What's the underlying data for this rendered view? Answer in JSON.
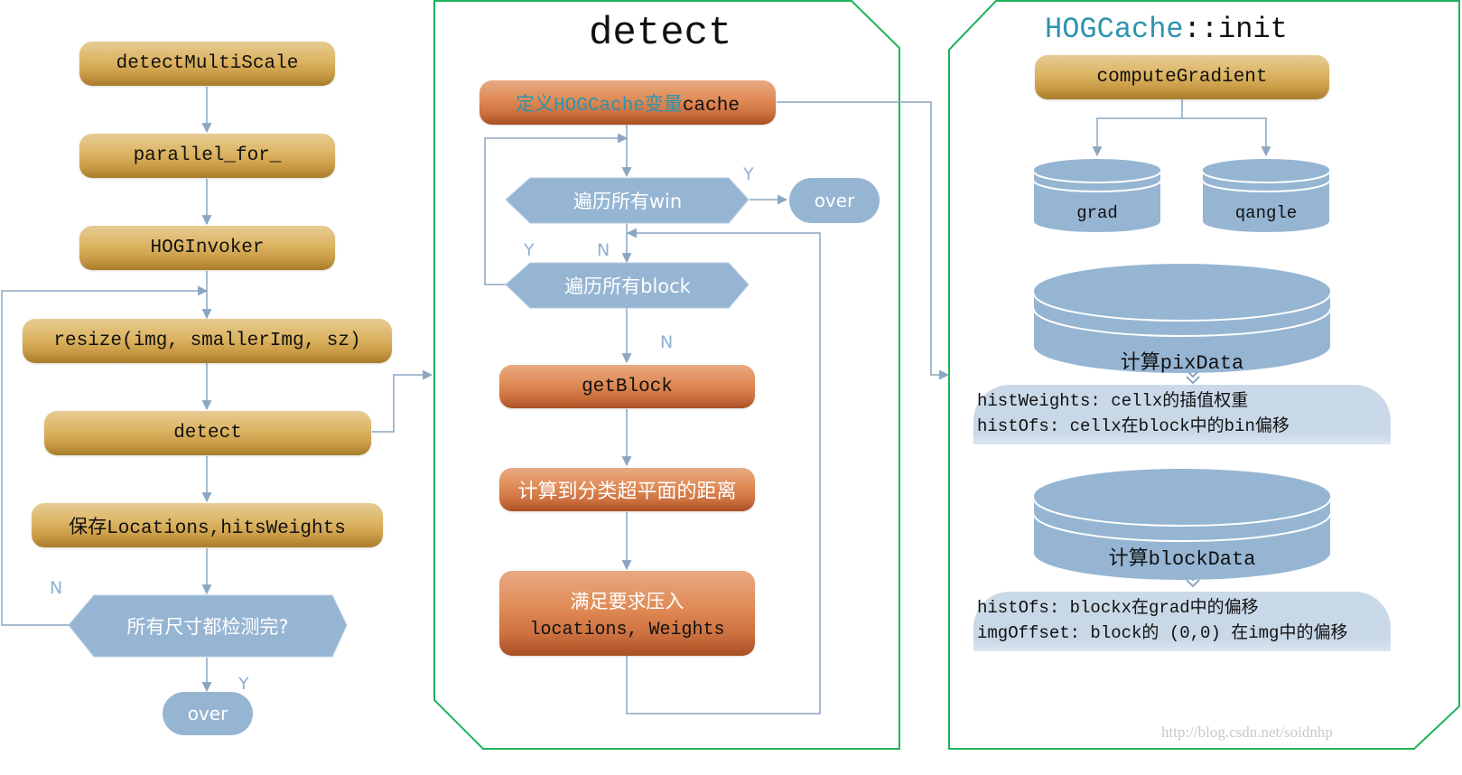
{
  "left_flow": {
    "nodes": {
      "detect_multi_scale": "detectMultiScale",
      "parallel_for": "parallel_for_",
      "hog_invoker": "HOGInvoker",
      "resize": "resize(img, smallerImg, sz)",
      "detect": "detect",
      "save_locations": "保存Locations,hitsWeights",
      "decision": "所有尺寸都检测完?",
      "over": "over"
    },
    "labels": {
      "no": "N",
      "yes": "Y"
    }
  },
  "detect_panel": {
    "title": "detect",
    "define_cache": {
      "part1": "定义",
      "part2": "HOGCache",
      "part3": "变量",
      "part4": "cache"
    },
    "loop_win": "遍历所有win",
    "over": "over",
    "loop_block": "遍历所有block",
    "get_block": "getBlock",
    "compute_distance": "计算到分类超平面的距离",
    "push_result": {
      "line1": "满足要求压入",
      "line2": "locations, Weights"
    },
    "labels": {
      "win_yes": "Y",
      "block_yes": "Y",
      "block_no": "N",
      "getblock_no": "N"
    }
  },
  "hogcache_panel": {
    "title": {
      "class_name": "HOGCache",
      "sep": "::",
      "method": "init"
    },
    "compute_gradient": "computeGradient",
    "grad": "grad",
    "qangle": "qangle",
    "pix_data": {
      "cn": "计算",
      "name": "pixData"
    },
    "pix_note": [
      "histWeights: cellx的插值权重",
      "histOfs: cellx在block中的bin偏移"
    ],
    "block_data": {
      "cn": "计算",
      "name": "blockData"
    },
    "block_note": [
      "histOfs: blockx在grad中的偏移",
      "imgOffset: block的 (0,0) 在img中的偏移"
    ]
  },
  "colors": {
    "panel_border": "#1db35a",
    "connector": "#8aa6c1",
    "flow_blue": "#96b5d3",
    "teal_text": "#2e93ad"
  },
  "watermark": "http://blog.csdn.net/soidnhp"
}
